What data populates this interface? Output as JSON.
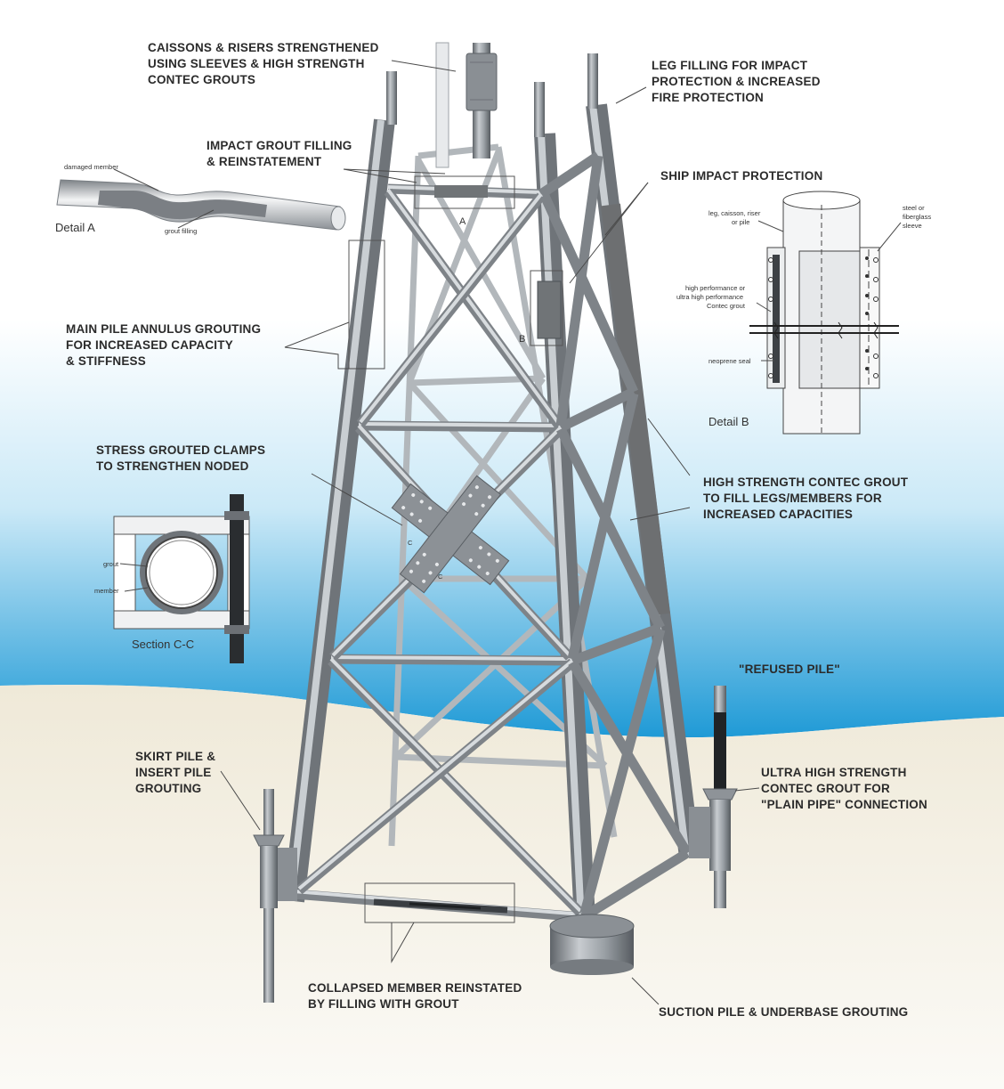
{
  "labels": {
    "caissons": [
      "CAISSONS & RISERS STRENGTHENED",
      "USING SLEEVES & HIGH STRENGTH",
      "CONTEC GROUTS"
    ],
    "leg_filling": [
      "LEG FILLING FOR IMPACT",
      "PROTECTION & INCREASED",
      "FIRE PROTECTION"
    ],
    "impact_grout": [
      "IMPACT GROUT FILLING",
      "& REINSTATEMENT"
    ],
    "ship_impact": [
      "SHIP IMPACT PROTECTION"
    ],
    "main_pile": [
      "MAIN PILE ANNULUS GROUTING",
      "FOR INCREASED CAPACITY",
      "& STIFFNESS"
    ],
    "stress_clamps": [
      "STRESS GROUTED CLAMPS",
      "TO STRENGTHEN NODED"
    ],
    "high_strength": [
      "HIGH STRENGTH CONTEC GROUT",
      "TO FILL LEGS/MEMBERS FOR",
      "INCREASED CAPACITIES"
    ],
    "refused_pile": [
      "\"REFUSED PILE\""
    ],
    "skirt_pile": [
      "SKIRT PILE &",
      "INSERT PILE",
      "GROUTING"
    ],
    "ultra_high": [
      "ULTRA HIGH STRENGTH",
      "CONTEC GROUT FOR",
      "\"PLAIN PIPE\" CONNECTION"
    ],
    "collapsed": [
      "COLLAPSED MEMBER REINSTATED",
      "BY FILLING WITH GROUT"
    ],
    "suction": [
      "SUCTION PILE & UNDERBASE GROUTING"
    ]
  },
  "detail_a": {
    "title": "Detail A",
    "damaged": "damaged member",
    "grout": "grout filling"
  },
  "detail_b": {
    "title": "Detail B",
    "leg": [
      "leg, caisson, riser",
      "or pile"
    ],
    "sleeve": [
      "steel or",
      "fiberglass",
      "sleeve"
    ],
    "grout": [
      "high performance or",
      "ultra high performance",
      "Contec grout"
    ],
    "seal": "neoprene seal"
  },
  "section_c": {
    "title": "Section C-C",
    "grout": "grout",
    "member": "member"
  },
  "tags": {
    "a": "A",
    "b": "B",
    "c1": "C",
    "c2": "C"
  },
  "colors": {
    "sea_top": "#ffffff",
    "sea_bottom": "#1f9ad6",
    "seabed": "#f2eee2",
    "steel": "#7a7f84",
    "text": "#2b2b2b"
  }
}
